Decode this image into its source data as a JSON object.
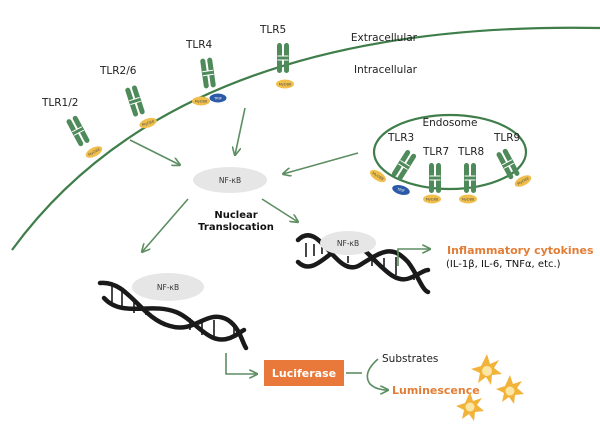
{
  "compartments": {
    "extracellular": "Extracellular",
    "intracellular": "Intracellular",
    "endosome": "Endosome"
  },
  "receptors": {
    "tlr1_2": "TLR1/2",
    "tlr2_6": "TLR2/6",
    "tlr4": "TLR4",
    "tlr5": "TLR5",
    "tlr3": "TLR3",
    "tlr7": "TLR7",
    "tlr8": "TLR8",
    "tlr9": "TLR9"
  },
  "adaptors": {
    "myd88": "MyD88",
    "trif": "TRIF"
  },
  "nfkb": "NF-κB",
  "nuclear_translocation": [
    "Nuclear",
    "Translocation"
  ],
  "inflammatory_cytokines": "Inflammatory cytokines",
  "cytokine_list": "(IL-1β, IL-6, TNFα, etc.)",
  "luciferase": "Luciferase",
  "substrates": "Substrates",
  "luminescence": "Luminescence",
  "colors": {
    "receptor_green": "#4f8a5a",
    "membrane_green": "#3f7e4a",
    "arrow_green": "#5d8e62",
    "myd88_yellow": "#f0be4b",
    "trif_blue": "#2c5aa6",
    "luciferase_orange": "#e9793a",
    "highlight_orange": "#e27d36",
    "dna_black": "#1a1a1a",
    "nfkb_grey": "#e6e6e6"
  }
}
